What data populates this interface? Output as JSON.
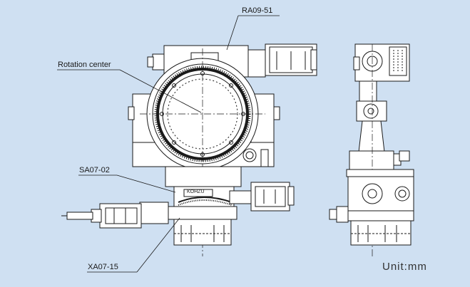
{
  "labels": {
    "ra": "RA09-51",
    "rotation_center": "Rotation center",
    "sa": "SA07-02",
    "xa": "XA07-15",
    "brand": "KOHZU"
  },
  "unit": "Unit:mm",
  "colors": {
    "background": "#cfe0f2",
    "line": "#1a1a1a",
    "fill": "#ffffff"
  }
}
